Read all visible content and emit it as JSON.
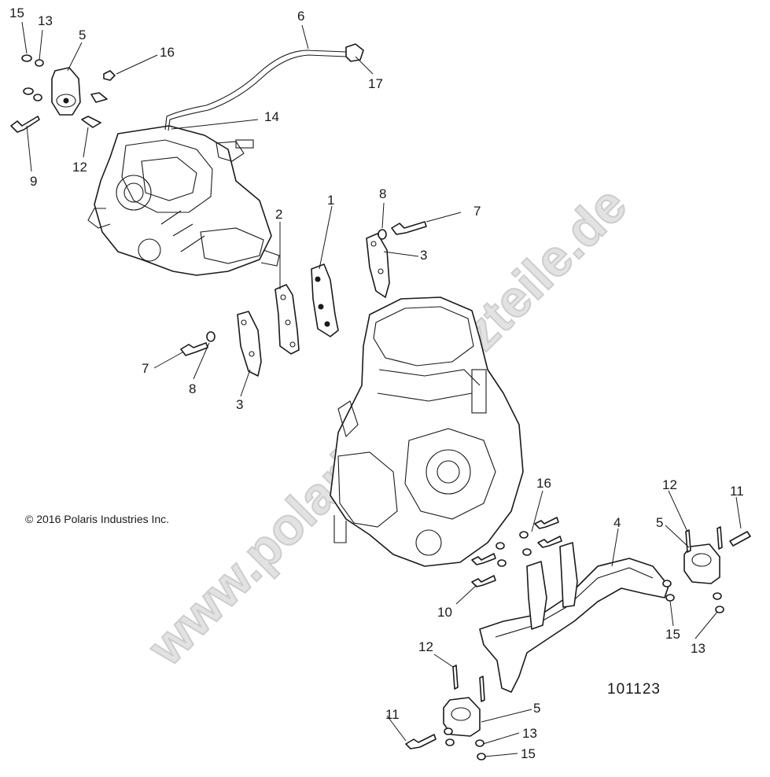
{
  "watermark": "www.polaris-ersatzteile.de",
  "copyright": "© 2016 Polaris Industries Inc.",
  "diagram_id": "101123",
  "callouts": {
    "c15a": "15",
    "c13a": "13",
    "c5a": "5",
    "c16a": "16",
    "c6": "6",
    "c17": "17",
    "c14": "14",
    "c9": "9",
    "c12a": "12",
    "c2": "2",
    "c1": "1",
    "c8a": "8",
    "c7a": "7",
    "c3a": "3",
    "c7b": "7",
    "c8b": "8",
    "c3b": "3",
    "c16b": "16",
    "c10": "10",
    "c4": "4",
    "c12b": "12",
    "c11a": "11",
    "c5b": "5",
    "c15b": "15",
    "c13b": "13",
    "c12c": "12",
    "c11b": "11",
    "c5c": "5",
    "c13c": "13",
    "c15c": "15"
  }
}
